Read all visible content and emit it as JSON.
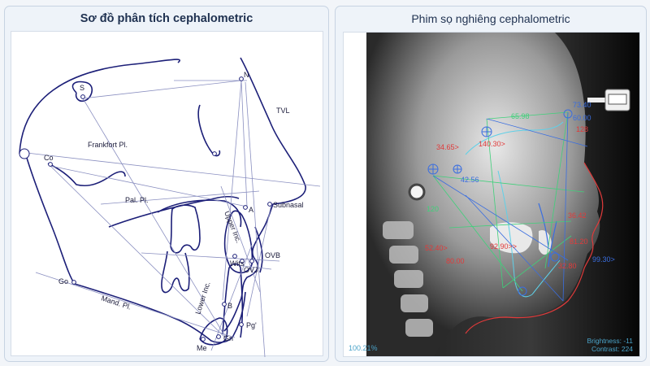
{
  "left_panel": {
    "title": "Sơ đồ phân tích cephalometric",
    "landmarks": {
      "S": "S",
      "N": "N",
      "Co": "Co",
      "Go": "Go",
      "Me": "Me",
      "Gn": "Gn",
      "B": "B",
      "A": "A",
      "Pg": "Pg'",
      "Subnasal": "Subnasal",
      "OVB": "OVB",
      "OVJ": "OVJ",
      "Wits": "Wits"
    },
    "planes": {
      "frankfort": "Frankfort Pl.",
      "palatal": "Pal. Pl.",
      "mandibular": "Mand. Pl.",
      "tvl": "TVL",
      "upper_inc": "Upper Inc.",
      "lower_inc": "Lower Inc."
    }
  },
  "right_panel": {
    "title": "Phim sọ nghiêng cephalometric",
    "measurements": {
      "m1": "34.65>",
      "m2": "140.30>",
      "m3": "92.90>>",
      "m4": "52.40>",
      "m5": "99.30>",
      "m6": "80.00",
      "m7": "65.98",
      "m8": "42.56",
      "m9": "73.40",
      "m10": "60.00",
      "m11": "128",
      "m12": "36.42",
      "m13": "81.20",
      "m14": "32.80",
      "m15": "120"
    },
    "zoom": "100.21%",
    "brightness": "Brightness: -11",
    "contrast": "Contrast: 224",
    "colors": {
      "red": "#e03a3a",
      "green": "#3fd07a",
      "blue": "#3a6ee0",
      "cyan": "#5fd0e8"
    }
  }
}
